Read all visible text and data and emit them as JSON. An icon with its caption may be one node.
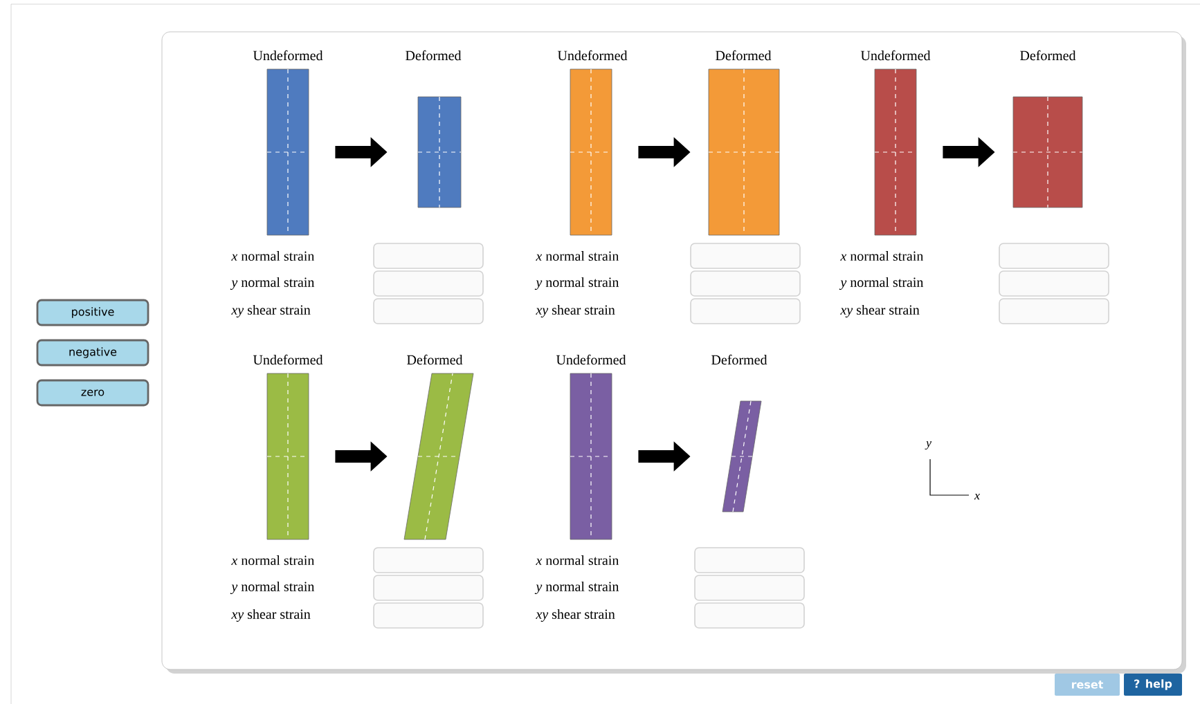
{
  "diagram": {
    "nodes": [
      {
        "text": [
          "Undeformed"
        ]
      },
      {
        "text": [
          "Deformed"
        ]
      },
      {
        "text": [
          "Undeformed"
        ]
      },
      {
        "text": [
          "Deformed"
        ]
      },
      {
        "text": [
          "Undeformed"
        ]
      },
      {
        "text": [
          "Deformed"
        ]
      },
      {
        "text": [
          "Undeformed"
        ]
      },
      {
        "text": [
          "Deformed"
        ]
      },
      {
        "text": [
          "Undeformed"
        ]
      },
      {
        "text": [
          "Deformed"
        ]
      }
    ],
    "edges": [
      {
        "from": 0,
        "to": 1,
        "arrow": "to"
      },
      {
        "from": 2,
        "to": 3,
        "arrow": "to"
      },
      {
        "from": 4,
        "to": 5,
        "arrow": "to"
      },
      {
        "from": 6,
        "to": 7,
        "arrow": "to"
      },
      {
        "from": 8,
        "to": 9,
        "arrow": "to"
      }
    ],
    "labels": [
      "positive",
      "negative",
      "zero",
      "*x* normal strain",
      "*y* normal strain",
      "*xy* shear strain",
      "*x* normal strain",
      "*y* normal strain",
      "*xy* shear strain",
      "*x* normal strain",
      "*y* normal strain",
      "*xy* shear strain",
      "*x* normal strain",
      "*y* normal strain",
      "*xy* shear strain",
      "*x* normal strain",
      "*y* normal strain",
      "*xy* shear strain",
      "y",
      "x",
      "reset",
      "? help"
    ]
  }
}
